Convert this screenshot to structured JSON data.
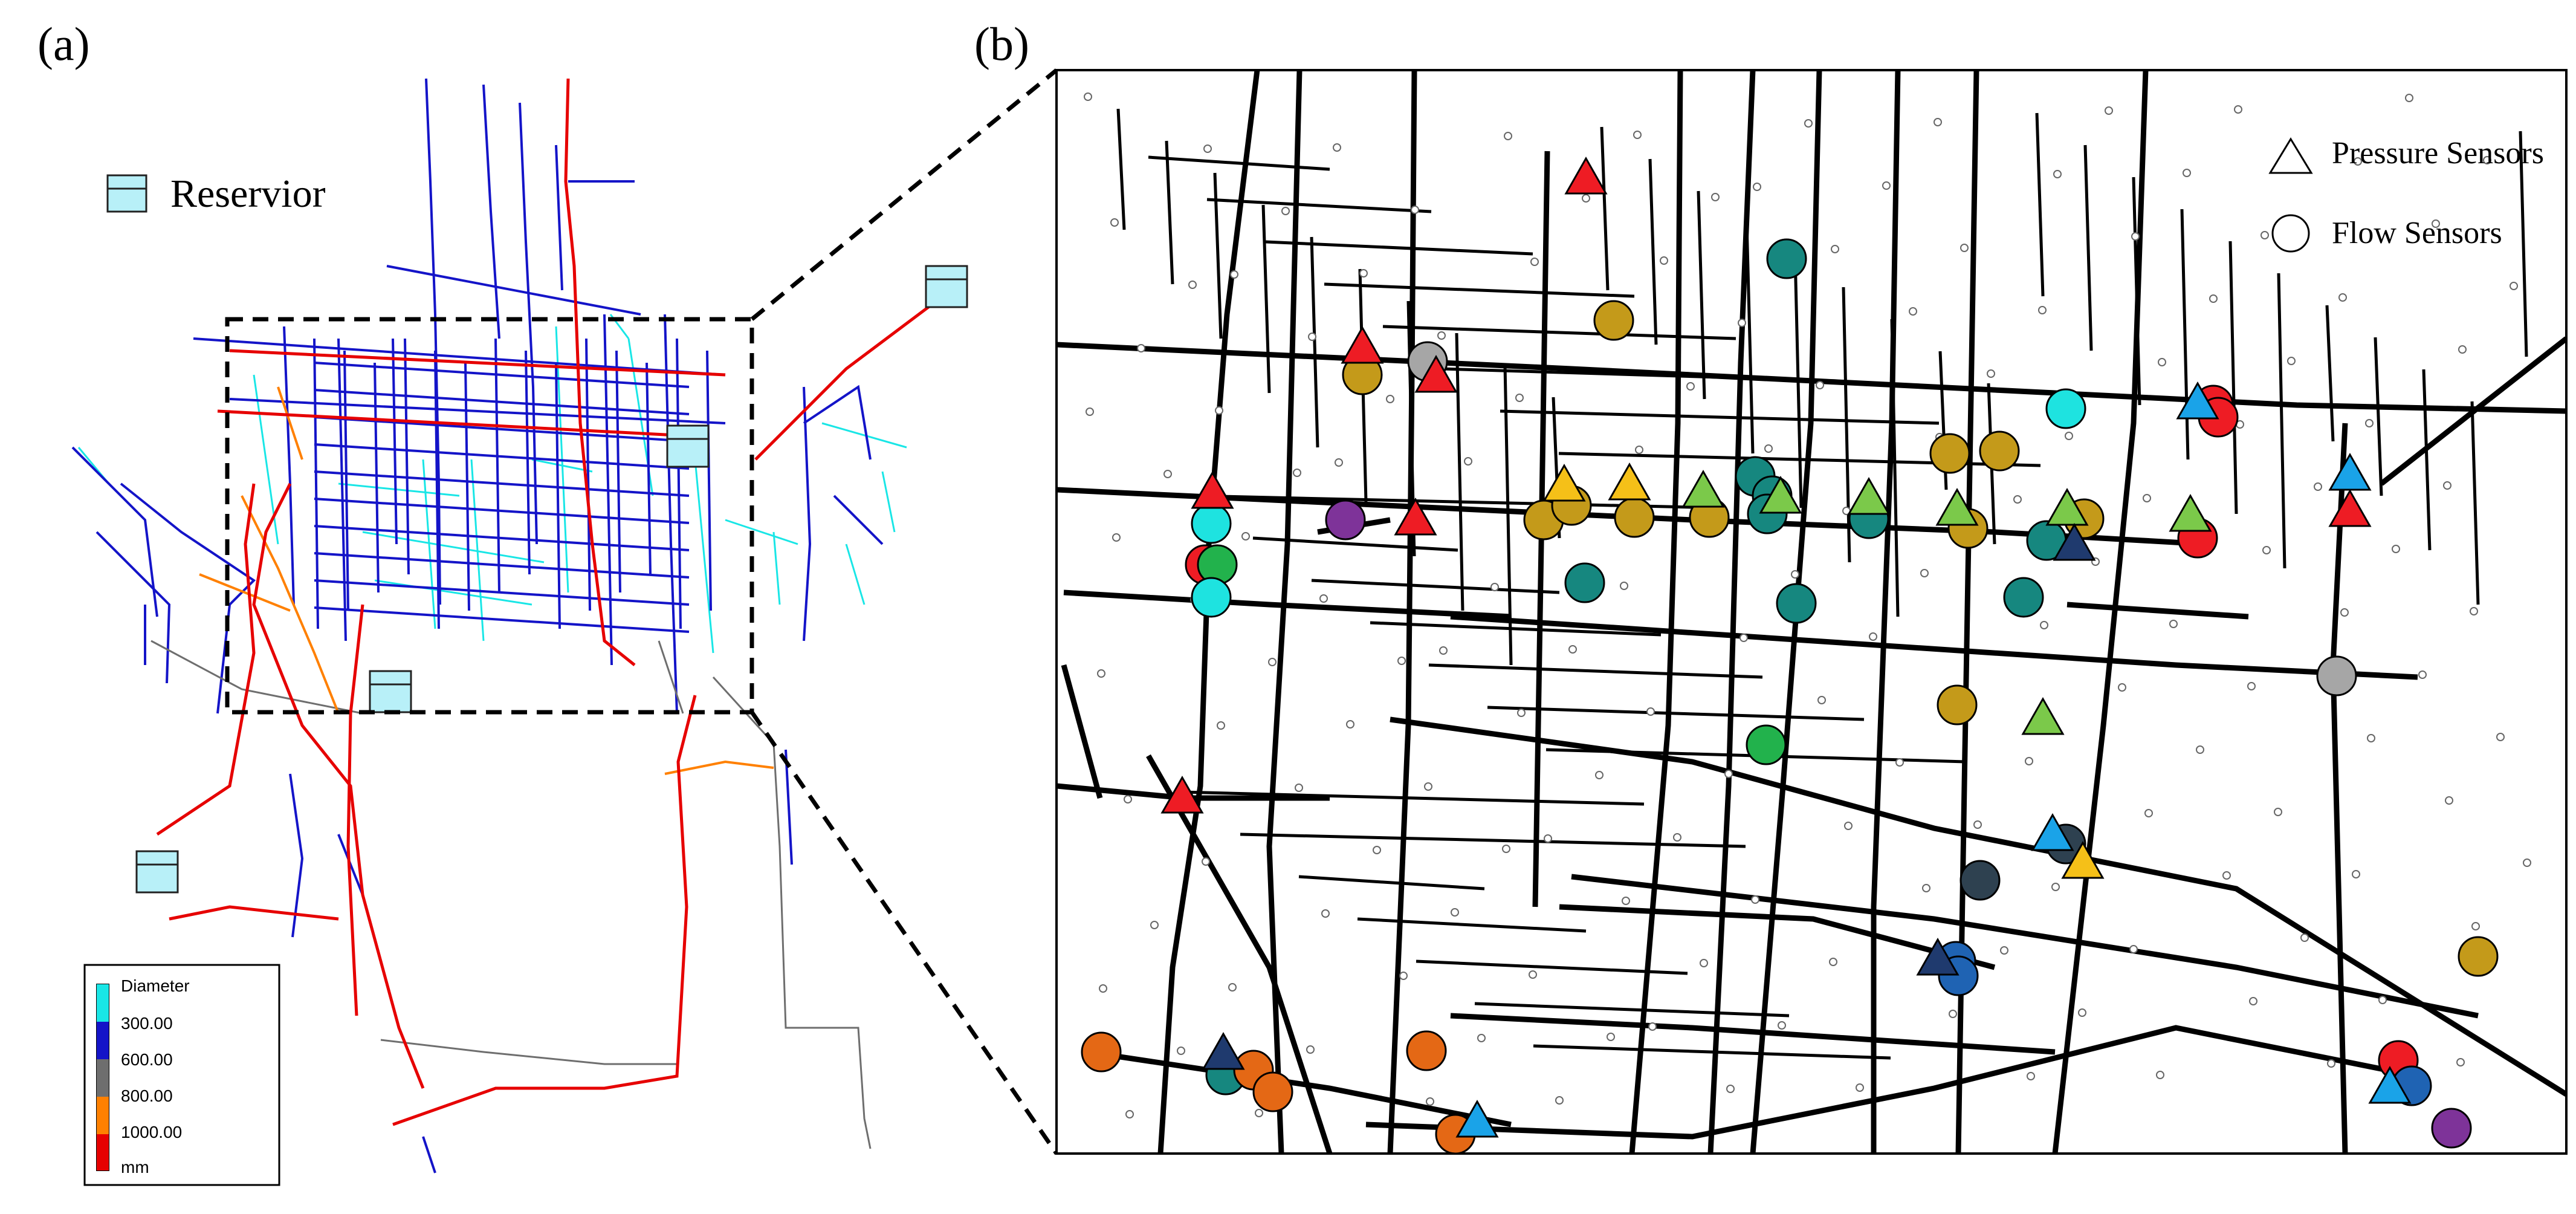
{
  "panel_a": {
    "label": "(a)",
    "reservoir_legend": "Reservior",
    "diameter_legend": {
      "title": "Diameter",
      "entries": [
        {
          "label": "300.00",
          "color": "#19e6e6"
        },
        {
          "label": "600.00",
          "color": "#1414c8"
        },
        {
          "label": "800.00",
          "color": "#6e6e6e"
        },
        {
          "label": "1000.00",
          "color": "#ff8000"
        },
        {
          "label": "mm",
          "color": "#e60000"
        }
      ]
    },
    "colors": {
      "small_pipe": "#19e6e6",
      "medium_pipe": "#1414c8",
      "grey_pipe": "#6e6e6e",
      "orange_pipe": "#ff8000",
      "large_pipe": "#e60000",
      "reservoir_fill": "#b8f0f8"
    }
  },
  "panel_b": {
    "label": "(b)",
    "legend": {
      "pressure": "Pressure Sensors",
      "flow": "Flow Sensors"
    },
    "sensor_colors": {
      "red": "#ee1c24",
      "grey": "#a6a6a6",
      "gold": "#c49a1a",
      "teal": "#16877f",
      "cyan": "#1ee3e0",
      "green": "#22b24c",
      "purple": "#7e3399",
      "orange": "#e46815",
      "lightgreen": "#7bc94a",
      "yellow": "#f5c018",
      "skyblue": "#1aa3e8",
      "navy": "#1f3a6e",
      "slate": "#2e4150",
      "blue": "#1f63b3"
    }
  }
}
